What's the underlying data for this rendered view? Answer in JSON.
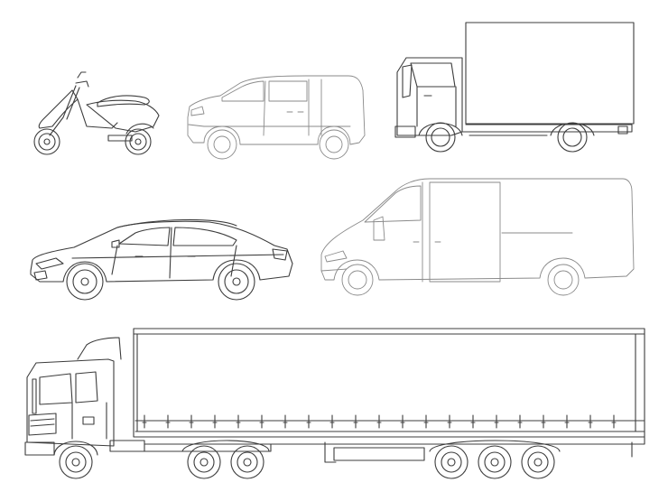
{
  "canvas": {
    "background": "#ffffff",
    "line_color": "#3c3c3c",
    "light_line_color": "#8a8a8a"
  },
  "vehicles": [
    {
      "id": "scooter",
      "icon": "scooter-icon"
    },
    {
      "id": "compact-van",
      "icon": "compact-van-icon"
    },
    {
      "id": "box-truck",
      "icon": "box-truck-icon"
    },
    {
      "id": "sedan",
      "icon": "sedan-icon"
    },
    {
      "id": "cargo-van",
      "icon": "cargo-van-icon"
    },
    {
      "id": "semi-trailer-truck",
      "icon": "semi-trailer-truck-icon"
    }
  ]
}
